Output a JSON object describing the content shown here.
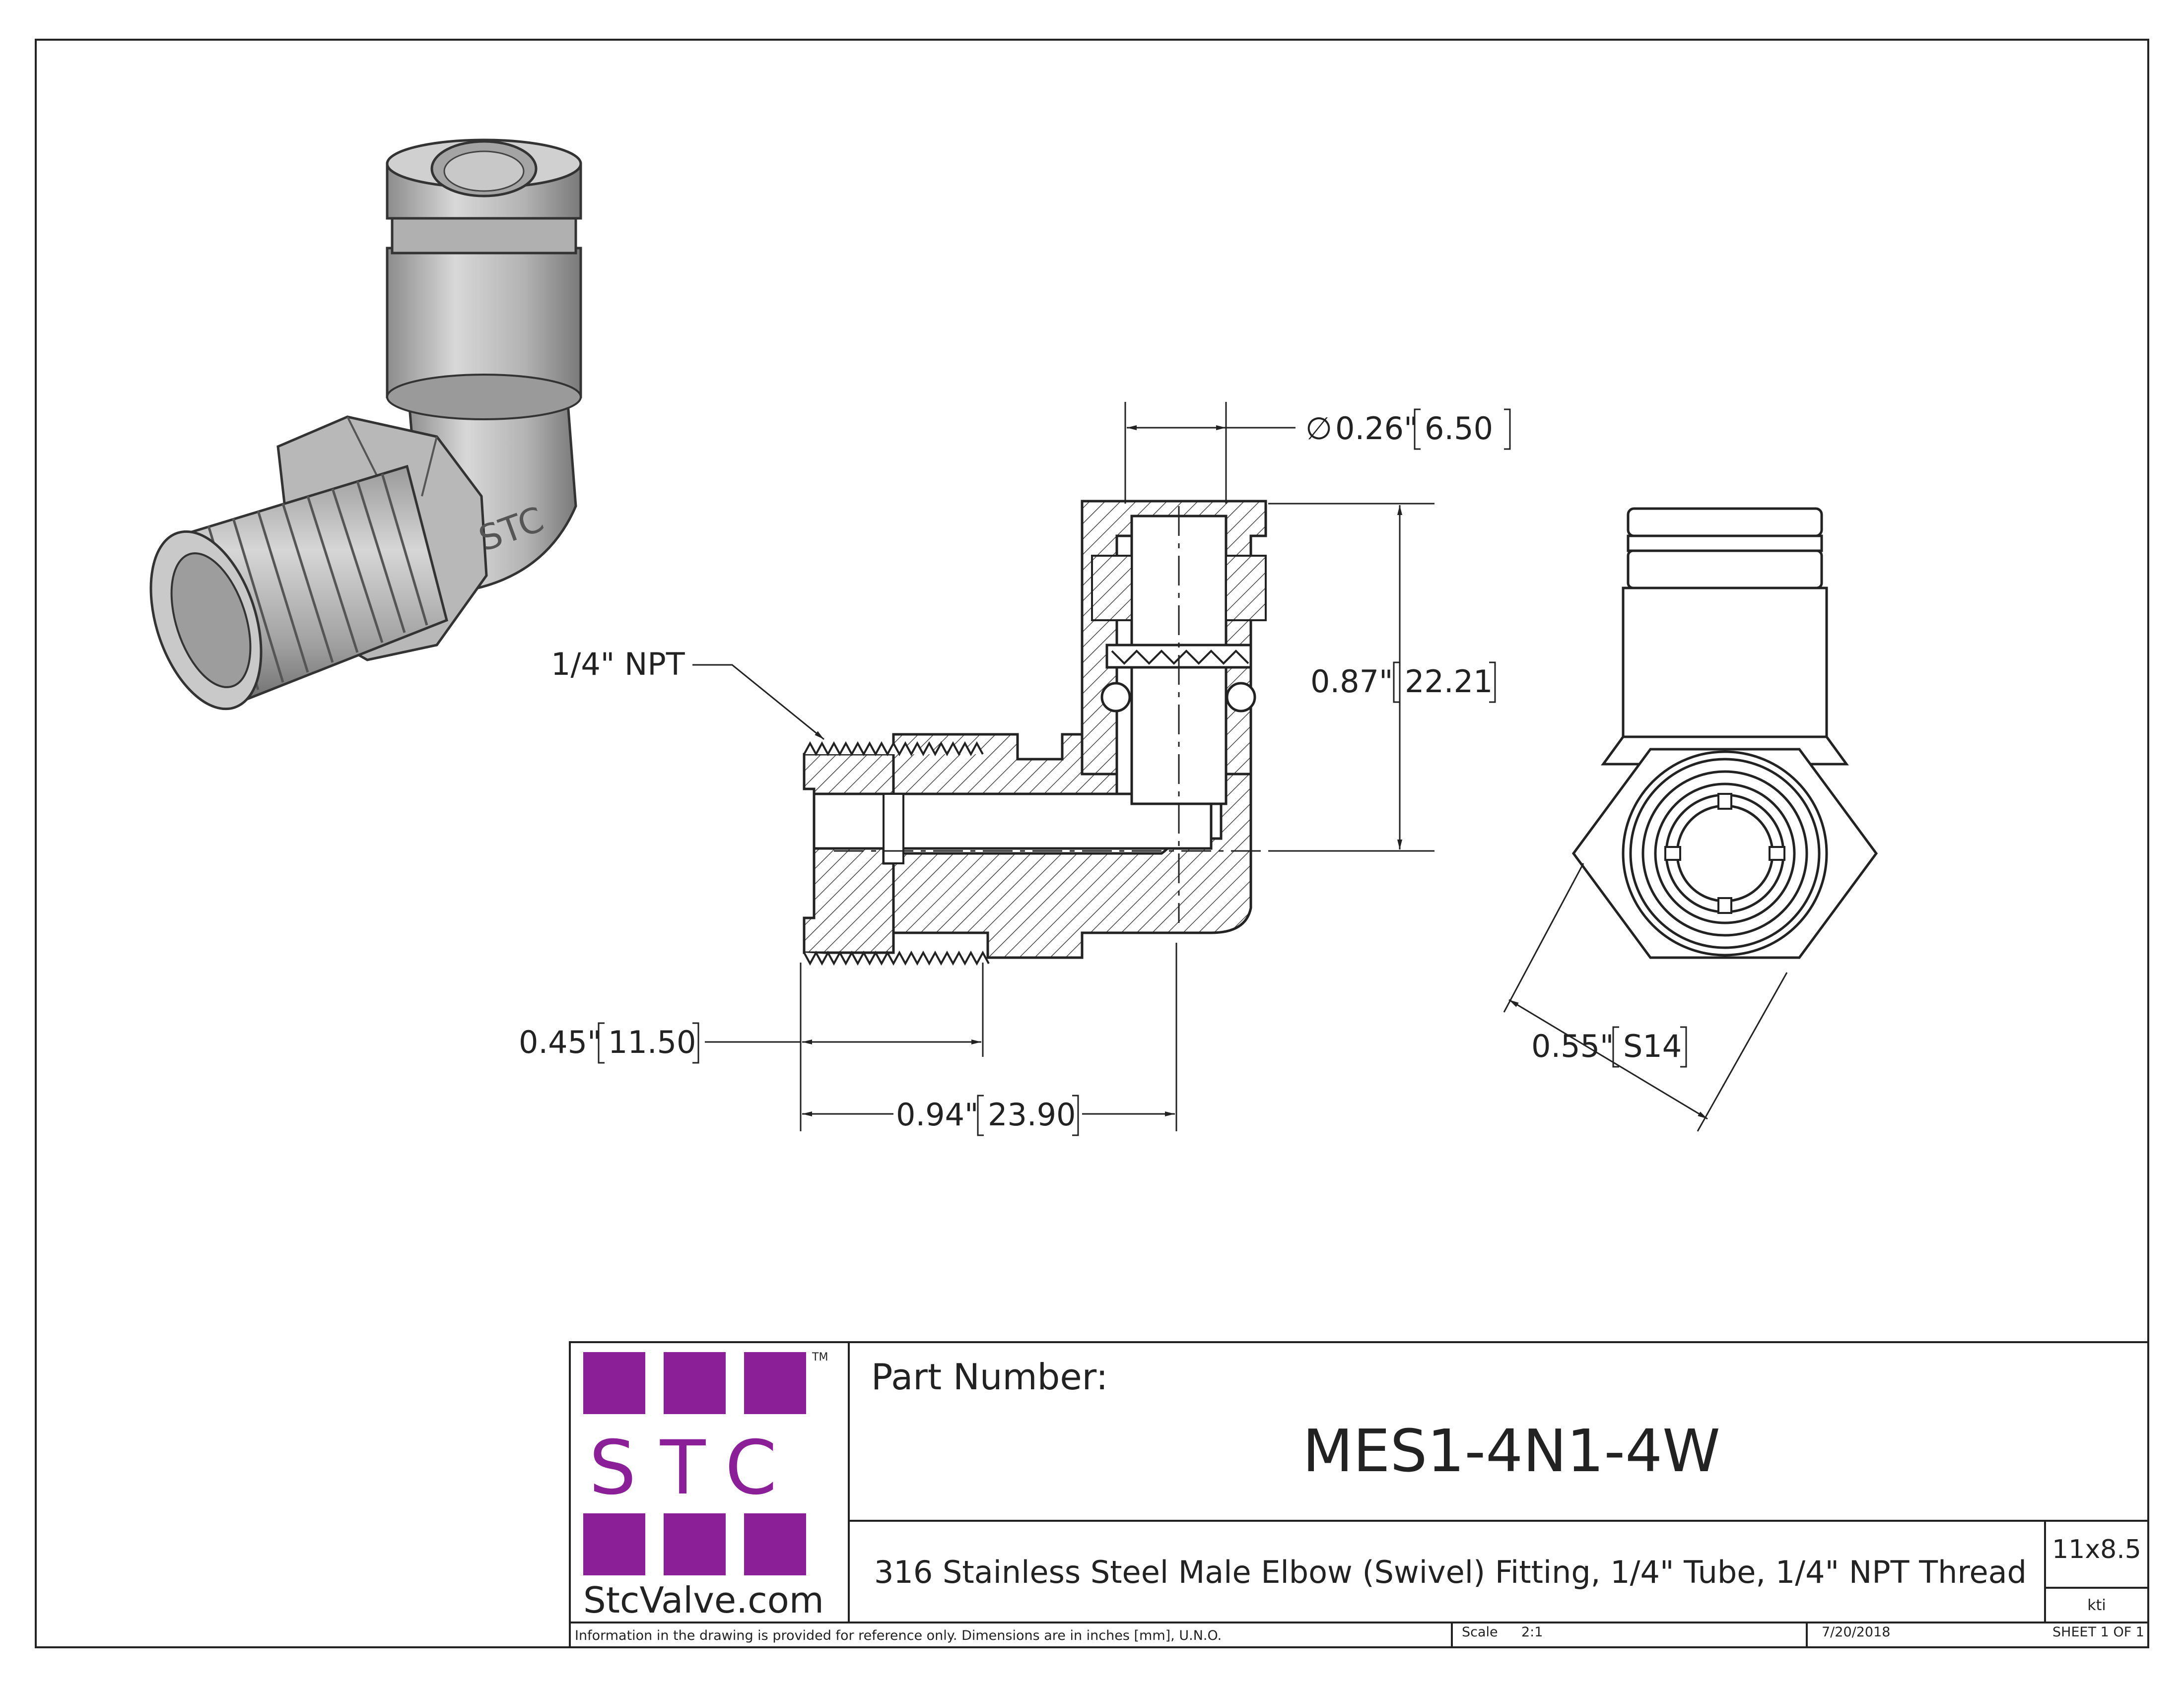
{
  "dimensions": {
    "diameter_symbol": "∅",
    "bore_diameter": "0.26\"",
    "bore_diameter_mm": "6.50",
    "height": "0.87\"",
    "height_mm": "22.21",
    "thread_callout": "1/4\" NPT",
    "thread_length": "0.45\"",
    "thread_length_mm": "11.50",
    "overall_length": "0.94\"",
    "overall_length_mm": "23.90",
    "hex_size": "0.55\"",
    "hex_size_mm": "S14"
  },
  "iso_view": {
    "body_engraving": "STC"
  },
  "title_block": {
    "logo_text": "STC",
    "logo_tm": "TM",
    "logo_website": "StcValve.com",
    "part_number_label": "Part Number:",
    "part_number": "MES1-4N1-4W",
    "description": "316 Stainless Steel Male Elbow (Swivel) Fitting, 1/4\" Tube, 1/4\" NPT Thread",
    "paper_size": "11x8.5",
    "drawn_by": "kti",
    "note": "Information in the drawing is provided for reference only. Dimensions are in inches [mm], U.N.O.",
    "scale_label": "Scale",
    "scale_value": "2:1",
    "date": "7/20/2018",
    "sheet": "SHEET 1 OF 1"
  },
  "colors": {
    "brand_purple": "#8a1f97",
    "line": "#222222",
    "metal_light": "#cfcfcf",
    "metal_mid": "#a8a8a8",
    "metal_dark": "#6e6e6e"
  }
}
